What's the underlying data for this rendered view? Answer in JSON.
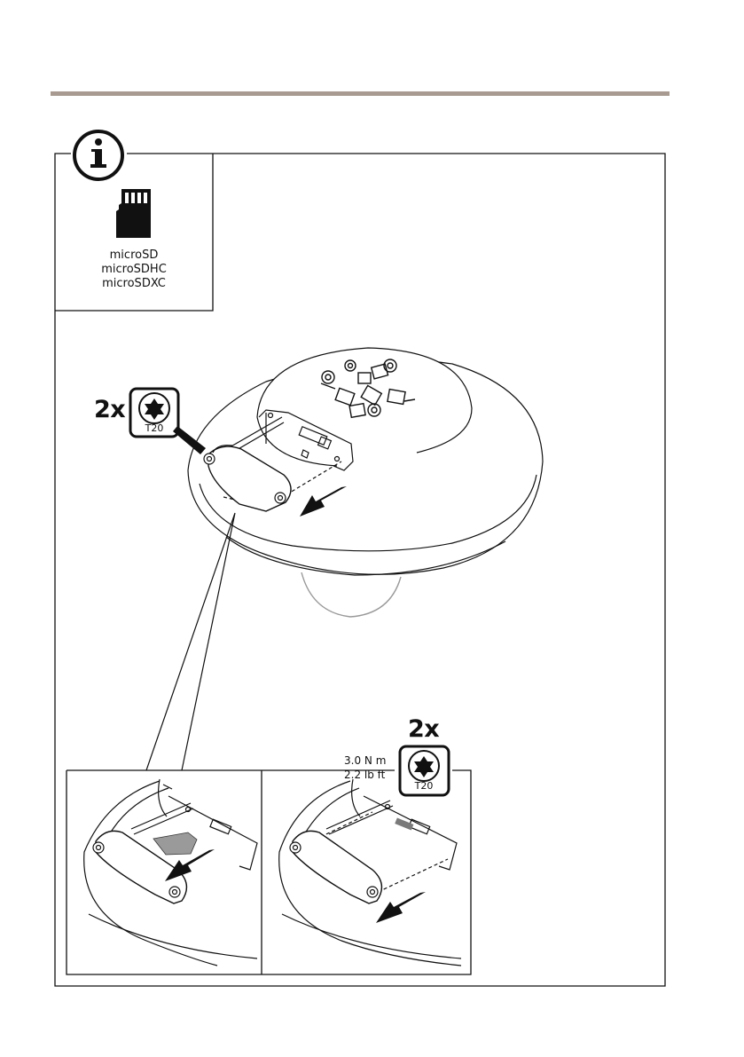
{
  "info_box": {
    "card_types": [
      "microSD",
      "microSDHC",
      "microSDXC"
    ]
  },
  "step_remove": {
    "quantity": "2x",
    "tool": "T20"
  },
  "step_reinstall": {
    "quantity": "2x",
    "tool": "T20",
    "torque_metric": "3.0 N m",
    "torque_imperial": "2.2 lb ft"
  },
  "colors": {
    "header_rule": "#a89a90",
    "line_art": "#111111",
    "sd_card_fill": "#9a9a9a"
  }
}
